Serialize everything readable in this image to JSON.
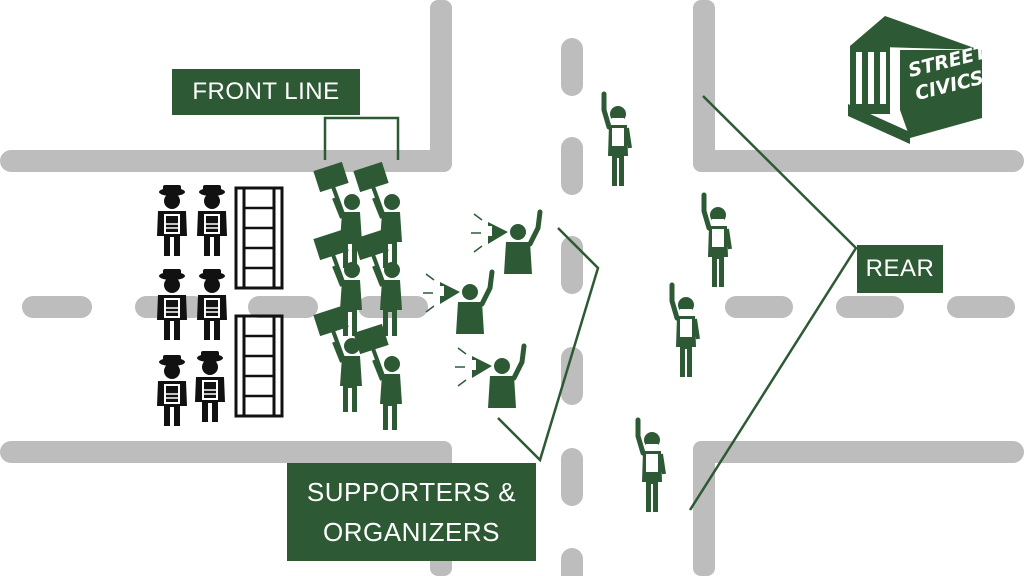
{
  "labels": {
    "front_line": "FRONT LINE",
    "rear": "REAR",
    "supporters": "SUPPORTERS &\nORGANIZERS"
  },
  "logo": {
    "text": "STREET\nCIVICS",
    "icon": "courthouse-icon"
  },
  "colors": {
    "accent": "#2d5a35",
    "road": "#bdbdbd",
    "police": "#111111",
    "text_on_accent": "#ffffff"
  }
}
